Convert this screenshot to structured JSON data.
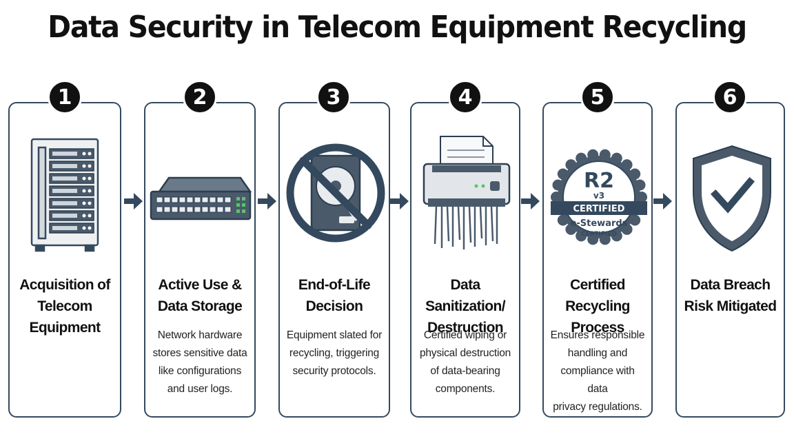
{
  "title": "Data Security in Telecom Equipment Recycling",
  "colors": {
    "stroke": "#34495e",
    "badge": "#111111",
    "card_border": "#34495e"
  },
  "steps": [
    {
      "number": "1",
      "title_lines": [
        "Acquisition of",
        "Telecom",
        "Equipment"
      ],
      "desc_lines": [],
      "icon": "server-rack-icon"
    },
    {
      "number": "2",
      "title_lines": [
        "Active Use &",
        "Data Storage"
      ],
      "desc_lines": [
        "Network hardware",
        "stores sensitive data",
        "like configurations",
        "and user logs."
      ],
      "icon": "network-switch-icon"
    },
    {
      "number": "3",
      "title_lines": [
        "End-of-Life",
        "Decision"
      ],
      "desc_lines": [
        "Equipment slated for",
        "recycling, triggering",
        "security protocols."
      ],
      "icon": "prohibited-hard-drive-icon"
    },
    {
      "number": "4",
      "title_lines": [
        "Data Sanitization/",
        "Destruction"
      ],
      "desc_lines": [
        "Certified wiping or",
        "physical destruction",
        "of data-bearing",
        "components."
      ],
      "icon": "paper-shredder-icon"
    },
    {
      "number": "5",
      "title_lines": [
        "Certified",
        "Recycling Process"
      ],
      "desc_lines": [
        "Ensures responsible",
        "handling and",
        "compliance with data",
        "privacy regulations."
      ],
      "icon": "certification-seal-icon"
    },
    {
      "number": "6",
      "title_lines": [
        "Data Breach",
        "Risk Mitigated"
      ],
      "desc_lines": [],
      "icon": "shield-check-icon"
    }
  ],
  "seal": {
    "main": "R2",
    "version": "v3",
    "banner": "CERTIFIED",
    "line2": "e-Stewards",
    "line3": "CERTIFIED"
  }
}
